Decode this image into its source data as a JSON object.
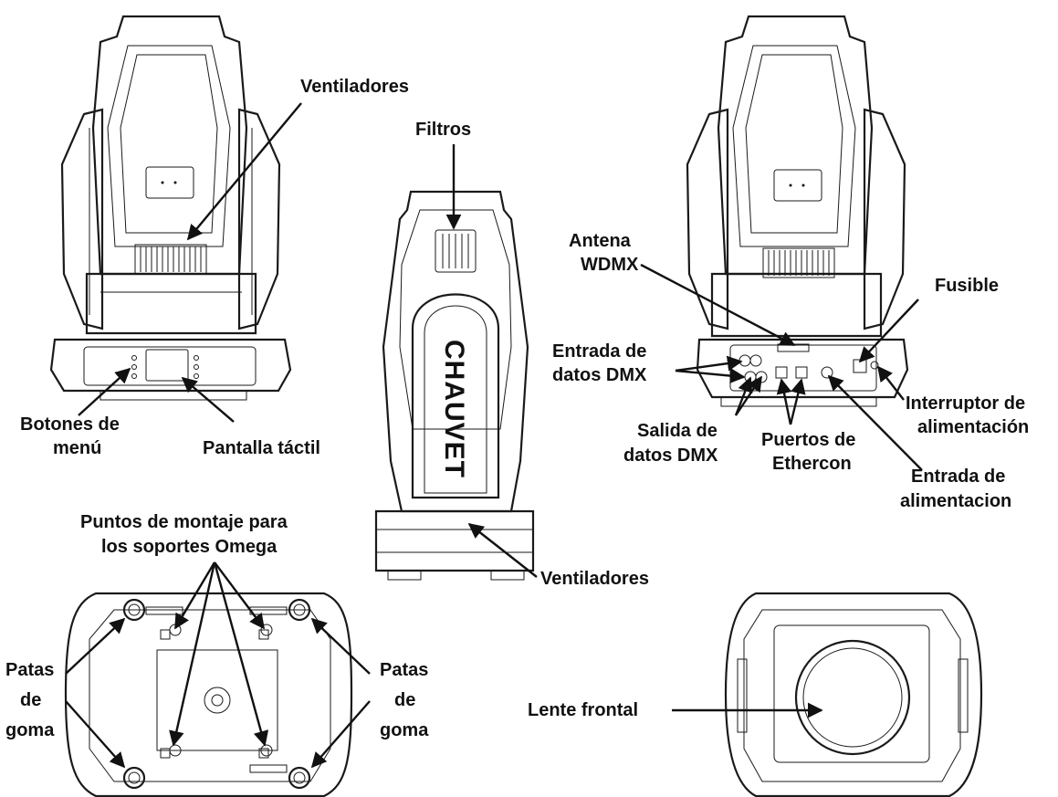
{
  "labels": {
    "ventiladores_top": "Ventiladores",
    "filtros": "Filtros",
    "antena_1": "Antena",
    "antena_2": "WDMX",
    "fusible": "Fusible",
    "entrada_dmx_1": "Entrada de",
    "entrada_dmx_2": "datos DMX",
    "salida_dmx_1": "Salida de",
    "salida_dmx_2": "datos DMX",
    "puertos_1": "Puertos de",
    "puertos_2": "Ethercon",
    "interruptor_1": "Interruptor de",
    "interruptor_2": "alimentación",
    "entrada_alim_1": "Entrada de",
    "entrada_alim_2": "alimentacion",
    "botones_1": "Botones de",
    "botones_2": "menú",
    "pantalla": "Pantalla táctil",
    "montaje_1": "Puntos de montaje para",
    "montaje_2": "los soportes Omega",
    "ventiladores_side": "Ventiladores",
    "patas_left_1": "Patas",
    "patas_left_2": "de",
    "patas_left_3": "goma",
    "patas_right_1": "Patas",
    "patas_right_2": "de",
    "patas_right_3": "goma",
    "lente": "Lente frontal",
    "brand": "CHAUVET"
  },
  "colors": {
    "line": "#1a1a1a",
    "text": "#111111",
    "background": "#ffffff"
  }
}
